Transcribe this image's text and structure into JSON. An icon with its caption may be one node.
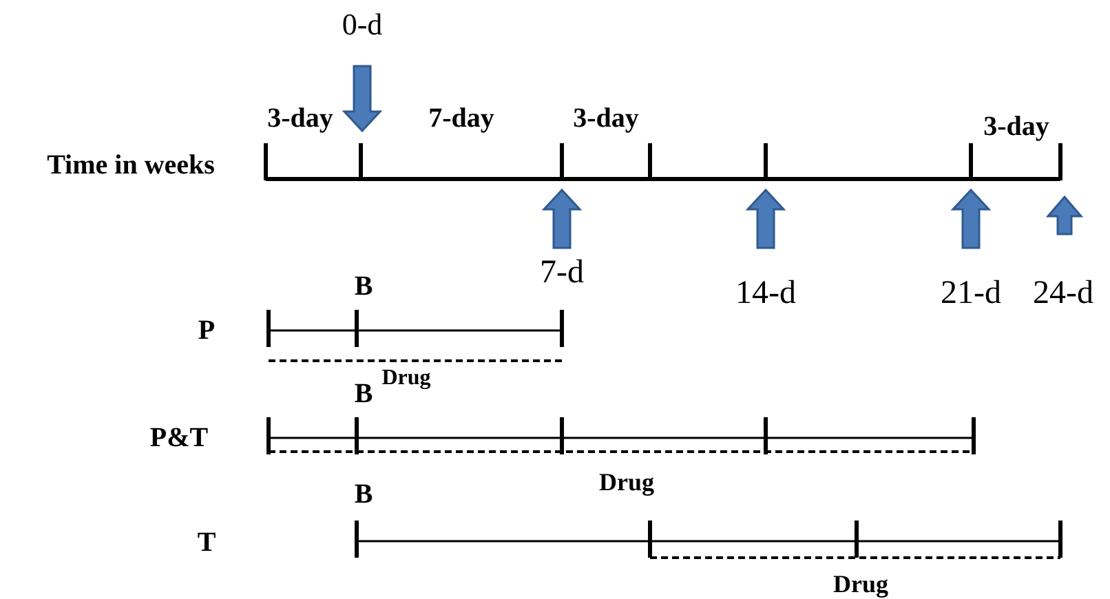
{
  "diagram": {
    "labels": [
      "0-d",
      "3-day",
      "7-day",
      "3-day",
      "3-day",
      "Time in weeks",
      "7-d",
      "14-d",
      "21-d",
      "24-d",
      "B",
      "P",
      "Drug",
      "B",
      "P&T",
      "Drug",
      "B",
      "T",
      "Drug"
    ]
  }
}
